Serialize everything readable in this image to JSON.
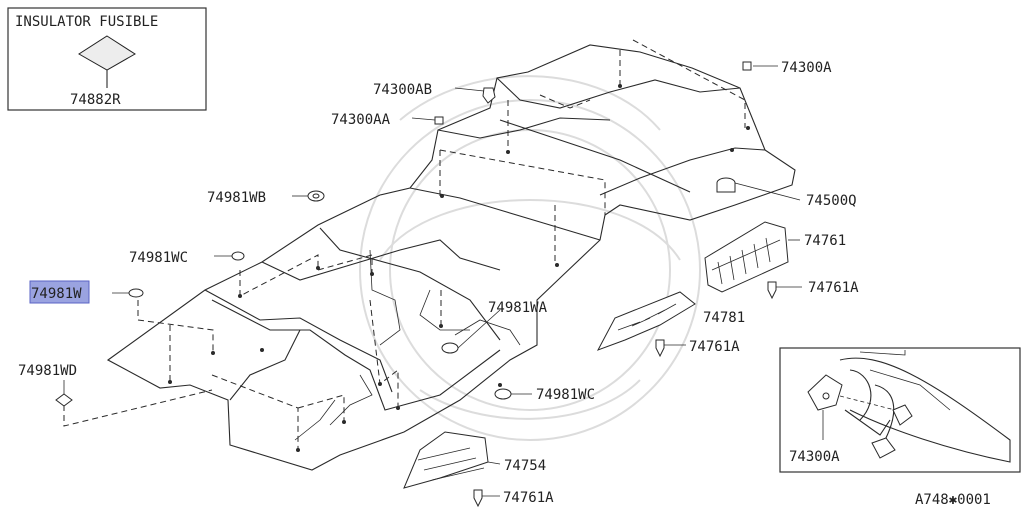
{
  "diagram": {
    "inset_title": "INSULATOR FUSIBLE",
    "inset_part": "74882R",
    "highlight_color": "#9aa3e0",
    "labels": {
      "p74300A": "74300A",
      "p74300AB": "74300AB",
      "p74300AA": "74300AA",
      "p74500Q": "74500Q",
      "p74981WB": "74981WB",
      "p74981WC_top": "74981WC",
      "p74981W": "74981W",
      "p74761": "74761",
      "p74761A_right": "74761A",
      "p74981WA": "74981WA",
      "p74781": "74781",
      "p74761A_mid": "74761A",
      "p74981WD": "74981WD",
      "p74981WC_bottom": "74981WC",
      "p74754": "74754",
      "p74761A_bottom": "74761A",
      "detail_part": "74300A"
    },
    "ref_code": "A748✱0001"
  }
}
